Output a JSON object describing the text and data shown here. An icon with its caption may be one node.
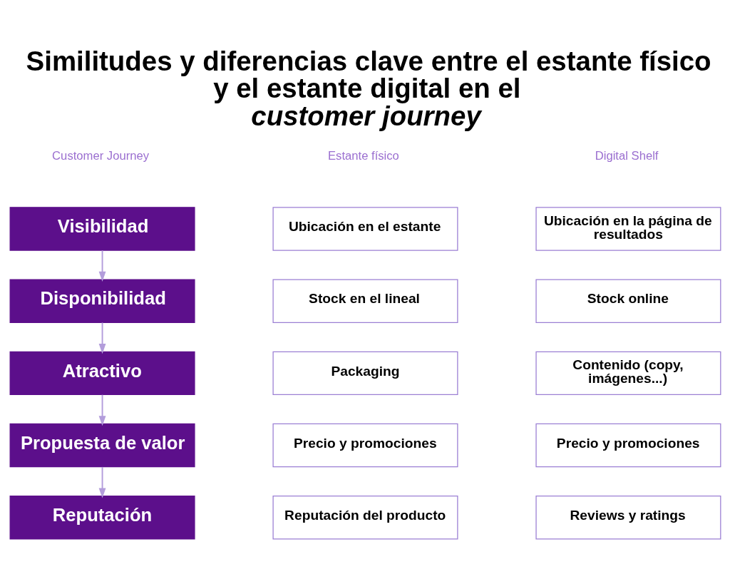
{
  "diagram": {
    "title": "Similitudes y diferencias clave entre el estante físico y el estante digital en el *customer journey*",
    "nodes": [
      {
        "text": [
          "Visibilidad"
        ]
      },
      {
        "text": [
          "Ubicación en el estante"
        ]
      },
      {
        "text": [
          "Ubicación en la página de resultados"
        ]
      },
      {
        "text": [
          "Disponibilidad"
        ]
      },
      {
        "text": [
          "Stock en el lineal"
        ]
      },
      {
        "text": [
          "Stock online"
        ]
      },
      {
        "text": [
          "Atractivo"
        ]
      },
      {
        "text": [
          "Packaging"
        ]
      },
      {
        "text": [
          "Contenido (copy, imágenes...)"
        ]
      },
      {
        "text": [
          "Propuesta de valor"
        ]
      },
      {
        "text": [
          "Precio y promociones"
        ]
      },
      {
        "text": [
          "Precio y promociones"
        ]
      },
      {
        "text": [
          "Reputación"
        ]
      },
      {
        "text": [
          "Reputación del producto"
        ]
      },
      {
        "text": [
          "Reviews y ratings"
        ]
      }
    ],
    "edges": [
      {
        "from": 0,
        "to": 3,
        "arrow": "to"
      },
      {
        "from": 3,
        "to": 6,
        "arrow": "to"
      },
      {
        "from": 6,
        "to": 9,
        "arrow": "to"
      },
      {
        "from": 9,
        "to": 12,
        "arrow": "to"
      }
    ],
    "labels": [
      "Customer Journey",
      "Estante físico",
      "Digital Shelf"
    ]
  }
}
